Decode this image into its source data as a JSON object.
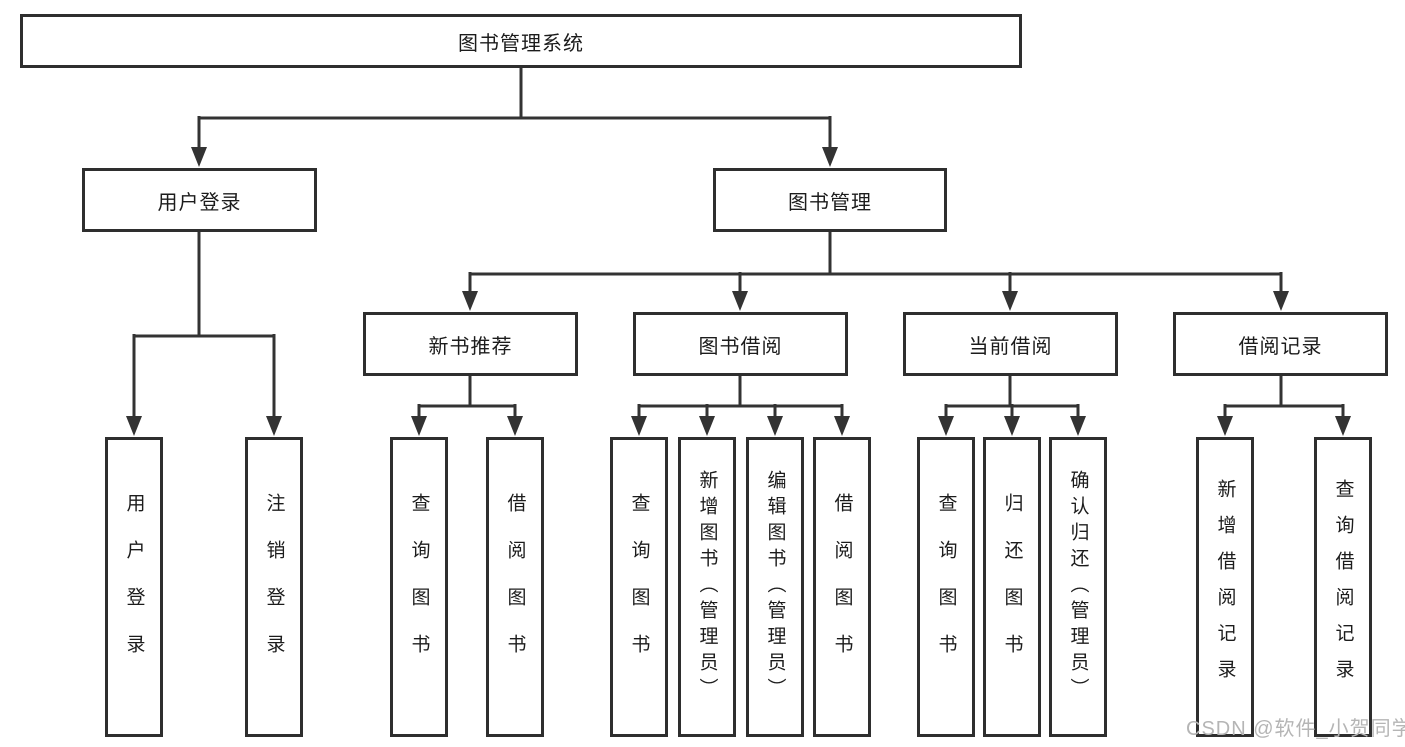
{
  "diagram": {
    "root": {
      "label": "图书管理系统"
    },
    "children": [
      {
        "label": "用户登录",
        "children": [
          {
            "label": "用户登录"
          },
          {
            "label": "注销登录"
          }
        ]
      },
      {
        "label": "图书管理",
        "children": [
          {
            "label": "新书推荐",
            "children": [
              {
                "label": "查询图书"
              },
              {
                "label": "借阅图书"
              }
            ]
          },
          {
            "label": "图书借阅",
            "children": [
              {
                "label": "查询图书"
              },
              {
                "label": "新增图书（管理员）"
              },
              {
                "label": "编辑图书（管理员）"
              },
              {
                "label": "借阅图书"
              }
            ]
          },
          {
            "label": "当前借阅",
            "children": [
              {
                "label": "查询图书"
              },
              {
                "label": "归还图书"
              },
              {
                "label": "确认归还（管理员）"
              }
            ]
          },
          {
            "label": "借阅记录",
            "children": [
              {
                "label": "新增借阅记录"
              },
              {
                "label": "查询借阅记录"
              }
            ]
          }
        ]
      }
    ]
  },
  "watermark": {
    "text": "CSDN @软件_小贺同学",
    "color": "#b5b5b5"
  },
  "colors": {
    "line": "#333333",
    "box_border": "#2e2e2e",
    "text": "#1c1c1c",
    "background": "#ffffff"
  }
}
